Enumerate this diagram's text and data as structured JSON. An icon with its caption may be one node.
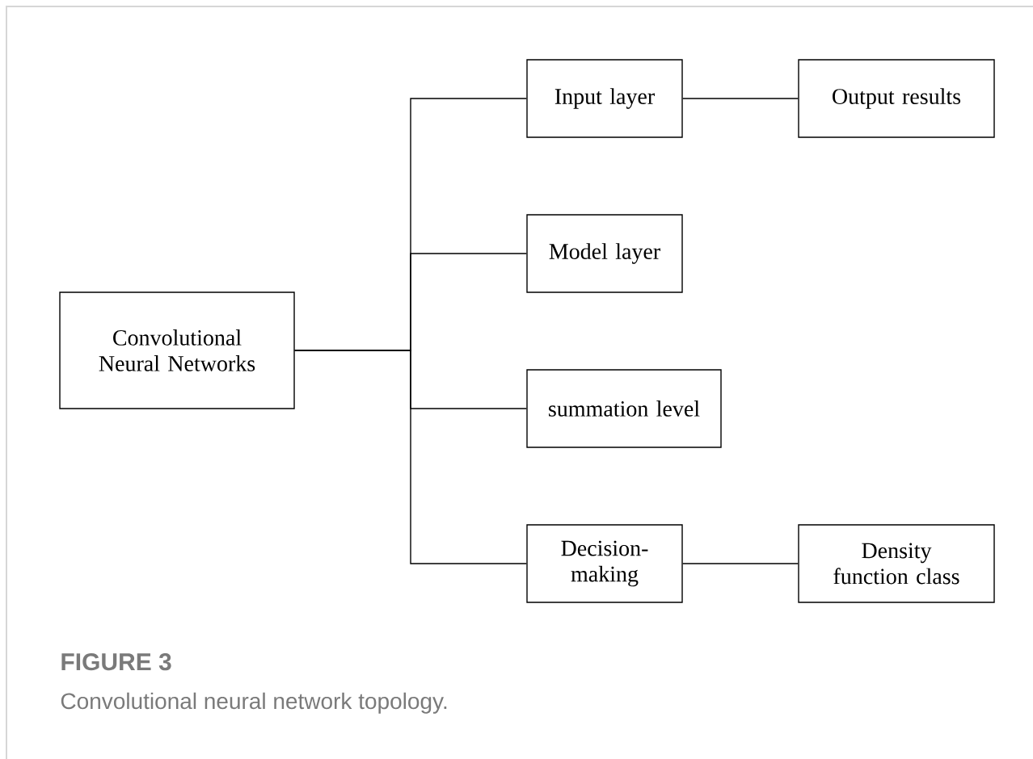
{
  "diagram": {
    "title": "FIGURE 3",
    "caption": "Convolutional neural network topology.",
    "nodes": [
      {
        "text": [
          "Convolutional Neural Networks"
        ]
      },
      {
        "text": [
          "Input layer"
        ]
      },
      {
        "text": [
          "Output results"
        ]
      },
      {
        "text": [
          "Model layer"
        ]
      },
      {
        "text": [
          "summation level"
        ]
      },
      {
        "text": [
          "Decision-making"
        ]
      },
      {
        "text": [
          "Density function class"
        ]
      }
    ],
    "edges": [
      {
        "from": 0,
        "to": 1,
        "arrow": "none"
      },
      {
        "from": 1,
        "to": 2,
        "arrow": "none"
      },
      {
        "from": 0,
        "to": 3,
        "arrow": "none"
      },
      {
        "from": 0,
        "to": 4,
        "arrow": "none"
      },
      {
        "from": 0,
        "to": 5,
        "arrow": "none"
      },
      {
        "from": 5,
        "to": 6,
        "arrow": "none"
      }
    ]
  }
}
